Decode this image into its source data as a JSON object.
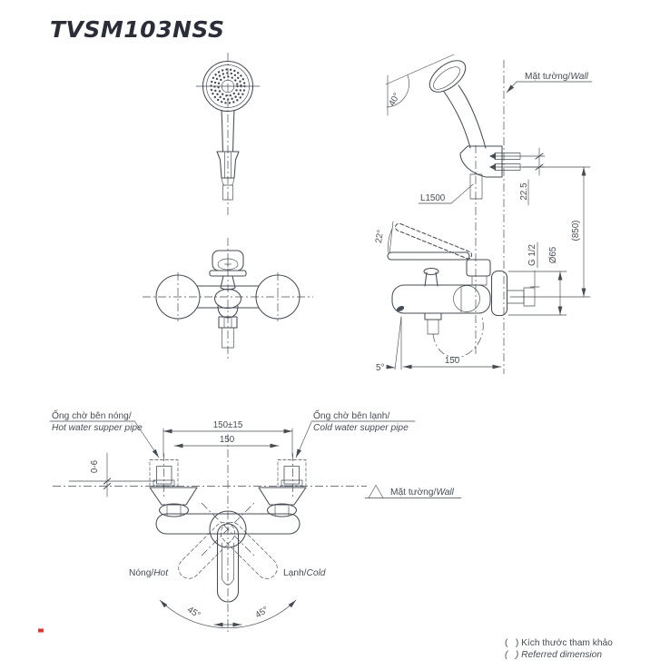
{
  "title": "TVSM103NSS",
  "colors": {
    "ink": "#464c55",
    "title": "#2b2e39",
    "red": "#e8312a",
    "background": "#ffffff"
  },
  "labels": {
    "wall_top": {
      "vi": "Mặt tường/",
      "en": "Wall"
    },
    "wall_bottom": {
      "vi": "Mặt tường/",
      "en": "Wall"
    },
    "hose_length": "L1500",
    "hot_pipe": {
      "vi": "Ống chờ bên nóng/",
      "en": "Hot water supper pipe"
    },
    "cold_pipe": {
      "vi": "Ống chờ bên lạnh/",
      "en": "Cold water supper pipe"
    },
    "hot": {
      "vi": "Nóng/",
      "en": "Hot"
    },
    "cold": {
      "vi": "Lạnh/",
      "en": "Cold"
    }
  },
  "dims": {
    "head_angle": "40°",
    "lever_angle": "22°",
    "spout_angle": "5°",
    "spout_reach": "150",
    "screw_gap": "22.5",
    "install_height": "(850)",
    "thread": "G 1/2",
    "flange_dia": "Ø65",
    "pipe_span_tol": "150±15",
    "pipe_span": "150",
    "protrusion": "0-6",
    "swing_left": "45°",
    "swing_right": "45°"
  },
  "notes": {
    "vi": "(   ) Kích thước tham khảo",
    "en": "(   ) Referred dimension"
  }
}
